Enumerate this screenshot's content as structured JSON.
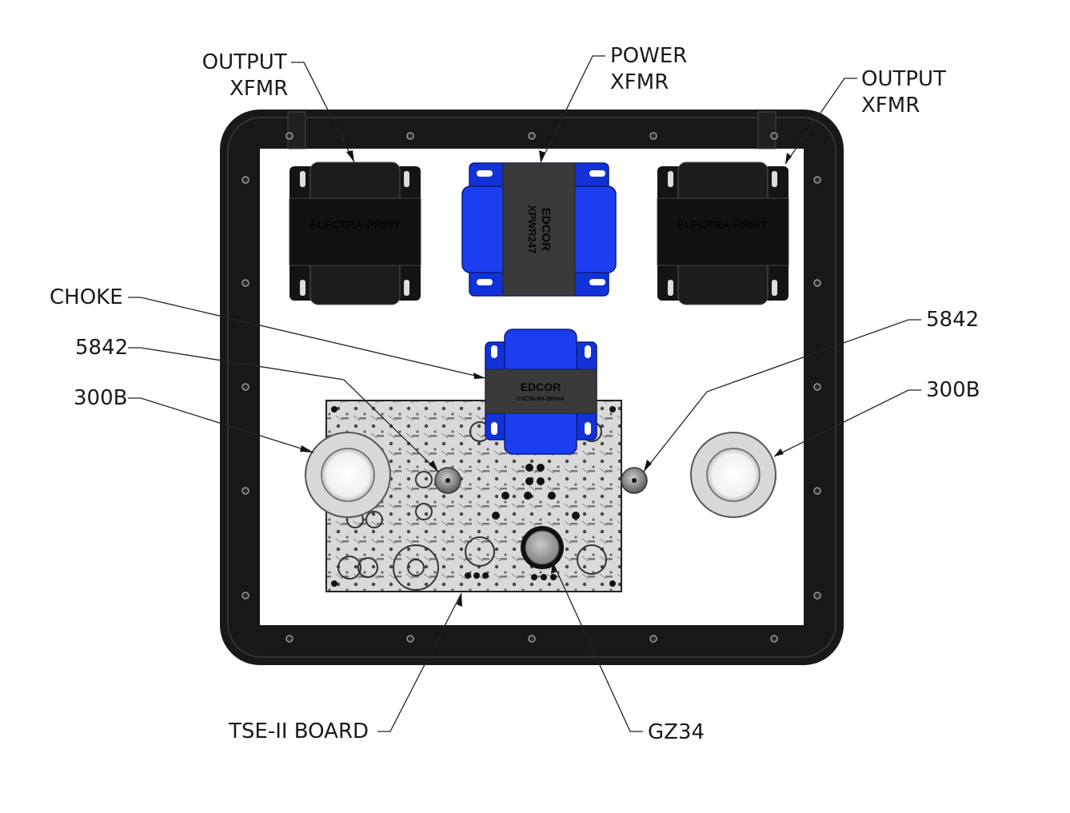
{
  "labels": {
    "output_xfmr_left": [
      "OUTPUT",
      "XFMR"
    ],
    "power_xfmr": [
      "POWER",
      "XFMR"
    ],
    "output_xfmr_right": [
      "OUTPUT",
      "XFMR"
    ],
    "choke": "CHOKE",
    "tube_5842_left": "5842",
    "tube_300b_left": "300B",
    "tube_5842_right": "5842",
    "tube_300b_right": "300B",
    "board": "TSE-II BOARD",
    "rectifier": "GZ34"
  },
  "parts": {
    "output_left_brand": "ELECTRA-PRINT",
    "output_right_brand": "ELECTRA-PRINT",
    "power_brand": "EDCOR",
    "power_model": "XPWR247",
    "choke_brand": "EDCOR",
    "choke_model": "CXC50-8H-200mA"
  },
  "colors": {
    "chassis": "#181818",
    "plate": "#ffffff",
    "transformer_black": "#141414",
    "transformer_blue": "#1232d8",
    "core_grey": "#3a3a3a",
    "board": "#d7d7d7",
    "leader": "#222222"
  }
}
